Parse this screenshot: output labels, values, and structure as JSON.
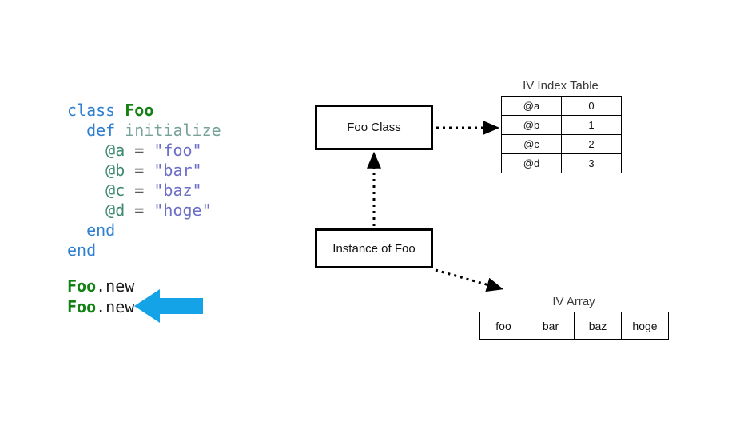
{
  "code": {
    "lines": [
      [
        {
          "t": "class ",
          "c": "kw"
        },
        {
          "t": "Foo",
          "c": "class"
        }
      ],
      [
        {
          "t": "  ",
          "c": "plain"
        },
        {
          "t": "def ",
          "c": "kw"
        },
        {
          "t": "initialize",
          "c": "method"
        }
      ],
      [
        {
          "t": "    ",
          "c": "plain"
        },
        {
          "t": "@a",
          "c": "ivar"
        },
        {
          "t": " = ",
          "c": "op"
        },
        {
          "t": "\"foo\"",
          "c": "str"
        }
      ],
      [
        {
          "t": "    ",
          "c": "plain"
        },
        {
          "t": "@b",
          "c": "ivar"
        },
        {
          "t": " = ",
          "c": "op"
        },
        {
          "t": "\"bar\"",
          "c": "str"
        }
      ],
      [
        {
          "t": "    ",
          "c": "plain"
        },
        {
          "t": "@c",
          "c": "ivar"
        },
        {
          "t": " = ",
          "c": "op"
        },
        {
          "t": "\"baz\"",
          "c": "str"
        }
      ],
      [
        {
          "t": "    ",
          "c": "plain"
        },
        {
          "t": "@d",
          "c": "ivar"
        },
        {
          "t": " = ",
          "c": "op"
        },
        {
          "t": "\"hoge\"",
          "c": "str"
        }
      ],
      [
        {
          "t": "  ",
          "c": "plain"
        },
        {
          "t": "end",
          "c": "kw"
        }
      ],
      [
        {
          "t": "end",
          "c": "kw"
        }
      ]
    ],
    "calls": [
      [
        {
          "t": "Foo",
          "c": "class"
        },
        {
          "t": ".new",
          "c": "plain"
        }
      ],
      [
        {
          "t": "Foo",
          "c": "class"
        },
        {
          "t": ".new",
          "c": "plain"
        }
      ]
    ]
  },
  "diagram": {
    "foo_class_box": "Foo Class",
    "instance_box": "Instance of Foo",
    "iv_index_table": {
      "caption": "IV Index Table",
      "rows": [
        {
          "name": "@a",
          "index": "0"
        },
        {
          "name": "@b",
          "index": "1"
        },
        {
          "name": "@c",
          "index": "2"
        },
        {
          "name": "@d",
          "index": "3"
        }
      ]
    },
    "iv_array": {
      "caption": "IV Array",
      "cells": [
        "foo",
        "bar",
        "baz",
        "hoge"
      ]
    }
  },
  "colors": {
    "highlight_arrow": "#15a3e8",
    "keyword": "#2f7fd0",
    "class_name": "#128012",
    "string": "#6d6fc7",
    "ivar": "#3e8b72",
    "line": "#000000"
  }
}
